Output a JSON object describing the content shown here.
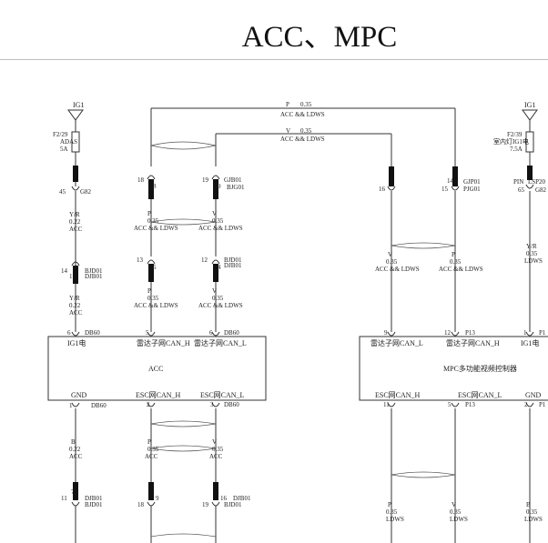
{
  "title": "ACC、MPC",
  "power": {
    "left_label": "IG1",
    "right_label": "IG1",
    "left_fuse": {
      "name": "F2/29",
      "desc": "ADAS",
      "rating": "5A"
    },
    "right_fuse": {
      "name": "F2/39",
      "desc": "室内灯IG1电",
      "rating": "7.5A"
    }
  },
  "top_wires": {
    "a": {
      "color": "P",
      "gauge": "0.35",
      "option": "ACC && LDWS"
    },
    "b": {
      "color": "V",
      "gauge": "0.35",
      "option": "ACC && LDWS"
    }
  },
  "left": {
    "pin45": "45",
    "conn_g82": "G82",
    "wire1": {
      "color": "Y/R",
      "gauge": "0.22",
      "option": "ACC"
    },
    "pin14": "14",
    "conn_bjd01_a": "BJD01",
    "conn_djb01_a": "DJB01",
    "pin1a": "1",
    "wire2": {
      "color": "Y/R",
      "gauge": "0.22",
      "option": "ACC"
    },
    "pin6": "6",
    "conn_db60": "DB60",
    "pin1b": "1",
    "conn_db60_b": "DB60",
    "wire3": {
      "color": "B",
      "gauge": "0.22",
      "option": "ACC"
    },
    "pin11": "11",
    "pin7": "7",
    "conn_djb01_b": "DJB01",
    "conn_bjd01_b": "BJD01"
  },
  "mid": {
    "pin18": "18",
    "pin19a": "19",
    "pin8": "8",
    "pin9a": "9",
    "conn_gjb01": "GJB01",
    "conn_bjg01": "BJG01",
    "wire_p1": {
      "color": "P",
      "gauge": "0.35",
      "option": "ACC && LDWS"
    },
    "wire_v1": {
      "color": "V",
      "gauge": "0.35",
      "option": "ACC && LDWS"
    },
    "pin13": "13",
    "pin12": "12",
    "pin5a": "5",
    "pin4a": "4",
    "conn_bjd01": "BJD01",
    "conn_djb01": "DJB01",
    "wire_p2": {
      "color": "P",
      "gauge": "0.35",
      "option": "ACC && LDWS"
    },
    "wire_v2": {
      "color": "V",
      "gauge": "0.35",
      "option": "ACC && LDWS"
    },
    "pin5b": "5",
    "pin6b": "6",
    "conn_db60": "DB60",
    "pin2": "2",
    "pin3": "3",
    "conn_db60_b": "DB60",
    "wire_p3": {
      "color": "P",
      "gauge": "0.35",
      "option": "ACC"
    },
    "wire_v3": {
      "color": "V",
      "gauge": "0.35",
      "option": "ACC"
    },
    "pin18b": "18",
    "pin19b": "19",
    "pin9b": "9",
    "pin16": "16",
    "conn_djb01_b": "DJB01",
    "conn_bjd01_b": "BJD01"
  },
  "acc_module": {
    "name": "ACC",
    "pin_ig1": "IG1电",
    "pin_radar_h": "雷达子网CAN_H",
    "pin_radar_l": "雷达子网CAN_L",
    "pin_gnd": "GND",
    "pin_esc_h": "ESC网CAN_H",
    "pin_esc_l": "ESC网CAN_L"
  },
  "mpc_module": {
    "name": "MPC多功能视频控制器",
    "pin_radar_l": "雷达子网CAN_L",
    "pin_radar_h": "雷达子网CAN_H",
    "pin_ig1": "IG1电",
    "pin_esc_h": "ESC网CAN_H",
    "pin_esc_l": "ESC网CAN_L",
    "pin_gnd": "GND"
  },
  "right": {
    "pin16": "16",
    "pin15": "15",
    "pin14": "14",
    "conn_gjp01": "GJP01",
    "conn_pjg01": "PJG01",
    "wire_v1": {
      "color": "V",
      "gauge": "0.35",
      "option": "ACC && LDWS"
    },
    "wire_p1": {
      "color": "P",
      "gauge": "0.35",
      "option": "ACC && LDWS"
    },
    "pin9": "9",
    "pin12": "12",
    "conn_p13": "P13",
    "pin1": "1",
    "conn_p1": "P1",
    "pin11": "11",
    "pin5": "5",
    "conn_p13_b": "P13",
    "pin2": "2",
    "conn_p1_b": "P1",
    "wire_p2": {
      "color": "P",
      "gauge": "0.35",
      "option": "LDWS"
    },
    "wire_v2": {
      "color": "V",
      "gauge": "0.35",
      "option": "LDWS"
    },
    "wire_b": {
      "color": "B",
      "gauge": "0.35",
      "option": "LDWS"
    },
    "pin_conn": "PIN",
    "conn_lsp20": "LSP20",
    "pin65": "65",
    "conn_g82": "G82",
    "wire_yr": {
      "color": "Y/R",
      "gauge": "0.35",
      "option": "LDWS"
    }
  }
}
